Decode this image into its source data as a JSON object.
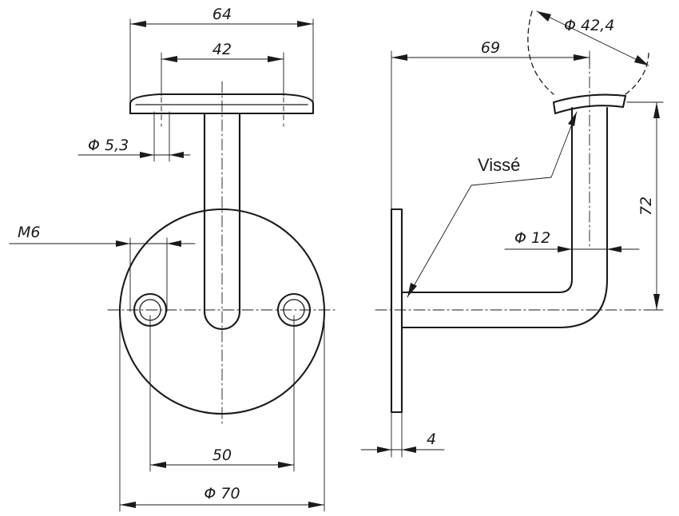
{
  "front_view": {
    "dim_plate_width": "64",
    "dim_hole_spacing_top": "42",
    "dim_hole_diameter": "Φ 5,3",
    "dim_thread": "M6",
    "dim_hole_spacing_bottom": "50",
    "dim_plate_diameter": "Φ 70"
  },
  "side_view": {
    "dim_reach": "69",
    "dim_saddle_diameter": "Φ 42,4",
    "dim_height": "72",
    "dim_rod_diameter": "Φ 12",
    "dim_plate_thickness": "4",
    "label_screwed": "Vissé"
  }
}
